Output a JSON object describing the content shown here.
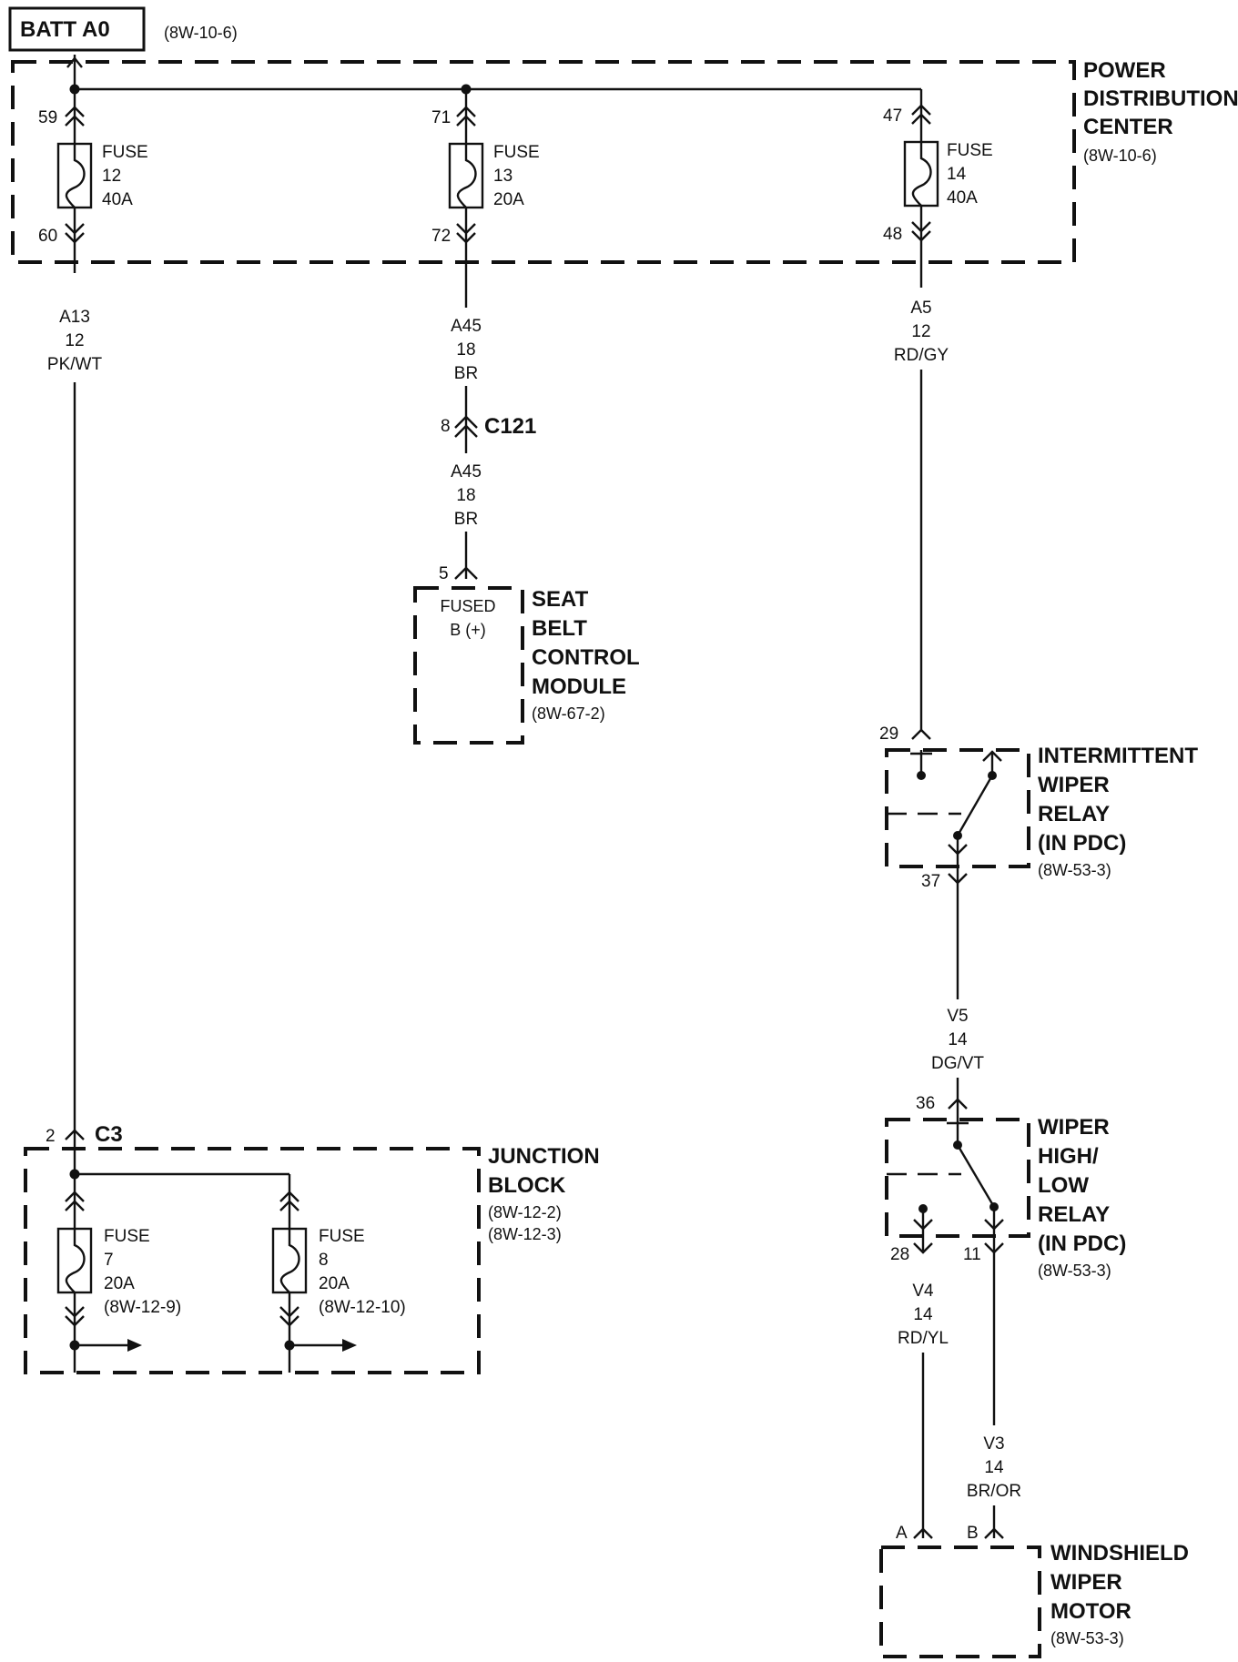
{
  "battery": {
    "label": "BATT A0",
    "ref": "(8W-10-6)"
  },
  "pdc": {
    "title_lines": [
      "POWER",
      "DISTRIBUTION",
      "CENTER"
    ],
    "ref": "(8W-10-6)",
    "fuses": [
      {
        "pin_in": "59",
        "pin_out": "60",
        "lines": [
          "FUSE",
          "12",
          "40A"
        ]
      },
      {
        "pin_in": "71",
        "pin_out": "72",
        "lines": [
          "FUSE",
          "13",
          "20A"
        ]
      },
      {
        "pin_in": "47",
        "pin_out": "48",
        "lines": [
          "FUSE",
          "14",
          "40A"
        ]
      }
    ]
  },
  "wires": {
    "a13": [
      "A13",
      "12",
      "PK/WT"
    ],
    "a45_upper": [
      "A45",
      "18",
      "BR"
    ],
    "a45_lower": [
      "A45",
      "18",
      "BR"
    ],
    "a5": [
      "A5",
      "12",
      "RD/GY"
    ],
    "v5": [
      "V5",
      "14",
      "DG/VT"
    ],
    "v4": [
      "V4",
      "14",
      "RD/YL"
    ],
    "v3": [
      "V3",
      "14",
      "BR/OR"
    ]
  },
  "connectors": {
    "c121": {
      "name": "C121",
      "pin": "8"
    },
    "c3": {
      "name": "C3",
      "pin": "2"
    }
  },
  "seat_belt_module": {
    "pin": "5",
    "inner_lines": [
      "FUSED",
      "B (+)"
    ],
    "title_lines": [
      "SEAT",
      "BELT",
      "CONTROL",
      "MODULE"
    ],
    "ref": "(8W-67-2)"
  },
  "intermittent_relay": {
    "pin_in": "29",
    "pin_out": "37",
    "title_lines": [
      "INTERMITTENT",
      "WIPER",
      "RELAY",
      "(IN PDC)"
    ],
    "ref": "(8W-53-3)"
  },
  "high_low_relay": {
    "pin_in": "36",
    "pin_out_a": "28",
    "pin_out_b": "11",
    "title_lines": [
      "WIPER",
      "HIGH/",
      "LOW",
      "RELAY",
      "(IN PDC)"
    ],
    "ref": "(8W-53-3)"
  },
  "junction_block": {
    "title_lines": [
      "JUNCTION",
      "BLOCK"
    ],
    "refs": [
      "(8W-12-2)",
      "(8W-12-3)"
    ],
    "fuses": [
      {
        "lines": [
          "FUSE",
          "7",
          "20A",
          "(8W-12-9)"
        ]
      },
      {
        "lines": [
          "FUSE",
          "8",
          "20A",
          "(8W-12-10)"
        ]
      }
    ]
  },
  "wiper_motor": {
    "pin_a": "A",
    "pin_b": "B",
    "title_lines": [
      "WINDSHIELD",
      "WIPER",
      "MOTOR"
    ],
    "ref": "(8W-53-3)"
  }
}
